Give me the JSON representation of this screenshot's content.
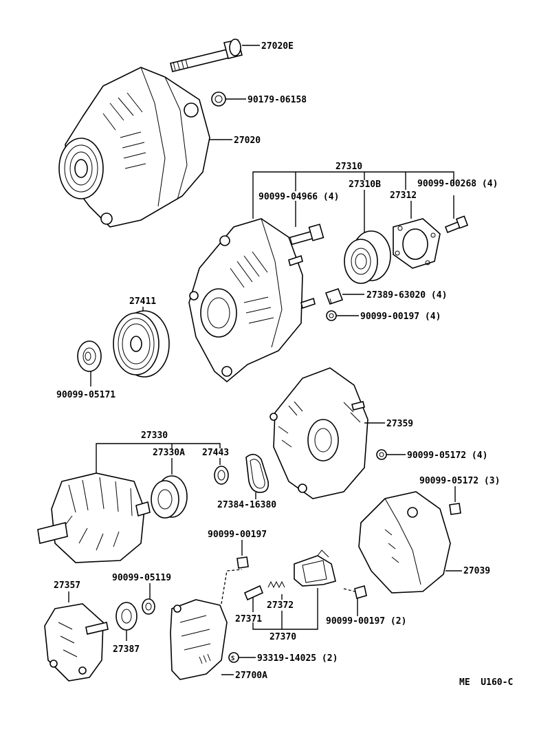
{
  "diagram_code": "ME  U160-C",
  "labels": {
    "p27020E": "27020E",
    "p90179_06158": "90179-06158",
    "p27020": "27020",
    "p27310": "27310",
    "p27310B": "27310B",
    "p90099_04966": "90099-04966 (4)",
    "p90099_00268": "90099-00268 (4)",
    "p27312": "27312",
    "p27411": "27411",
    "p27389_63020": "27389-63020 (4)",
    "p90099_00197a": "90099-00197 (4)",
    "p90099_05171": "90099-05171",
    "p27359": "27359",
    "p27330": "27330",
    "p27330A": "27330A",
    "p27443": "27443",
    "p90099_05172a": "90099-05172 (4)",
    "p90099_05172b": "90099-05172 (3)",
    "p27384_16380": "27384-16380",
    "p90099_00197b": "90099-00197",
    "p27039": "27039",
    "p27357": "27357",
    "p90099_05119": "90099-05119",
    "p27372": "27372",
    "p27371": "27371",
    "p90099_00197c": "90099-00197 (2)",
    "p27387": "27387",
    "p27370": "27370",
    "p93319_14025": "93319-14025 (2)",
    "p27700A": "27700A"
  },
  "parts": [
    {
      "icon": "through-bolt-icon"
    },
    {
      "icon": "terminal-nut-icon"
    },
    {
      "icon": "alternator-assembly-icon"
    },
    {
      "icon": "drive-end-frame-icon"
    },
    {
      "icon": "bearing-icon"
    },
    {
      "icon": "bearing-retainer-plate-icon"
    },
    {
      "icon": "pulley-icon"
    },
    {
      "icon": "pulley-nut-icon"
    },
    {
      "icon": "rectifier-end-frame-icon"
    },
    {
      "icon": "rotor-icon"
    },
    {
      "icon": "rear-cover-icon"
    },
    {
      "icon": "rectifier-holder-icon"
    },
    {
      "icon": "brush-holder-icon"
    },
    {
      "icon": "voltage-regulator-icon"
    }
  ]
}
